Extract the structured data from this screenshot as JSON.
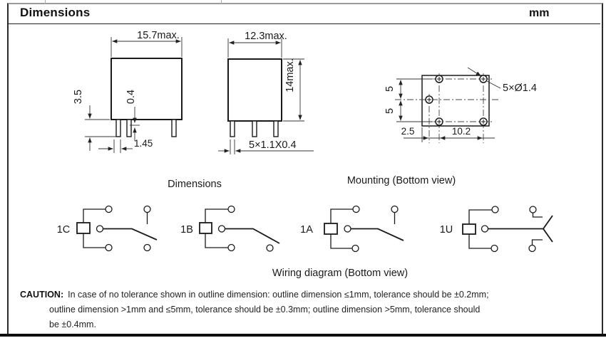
{
  "header": {
    "title": "Dimensions",
    "unit": "mm"
  },
  "views": {
    "front": {
      "width": "15.7max.",
      "standoff": "3.5",
      "pin_thickness": "0.4",
      "pin_pitch": "1.45"
    },
    "side": {
      "width": "12.3max.",
      "height": "14max.",
      "pin_spec": "5×1.1X0.4"
    },
    "mounting": {
      "caption": "Mounting (Bottom view)",
      "holes": "5×Ø1.4",
      "dim_v1": "5",
      "dim_v2": "5",
      "dim_h1": "2.5",
      "dim_h2": "10.2"
    },
    "outline_caption": "Dimensions"
  },
  "wiring": {
    "caption": "Wiring diagram (Bottom view)",
    "diagrams": [
      {
        "label": "1C"
      },
      {
        "label": "1B"
      },
      {
        "label": "1A"
      },
      {
        "label": "1U"
      }
    ]
  },
  "caution": {
    "label": "CAUTION:",
    "line1": "In case of no  tolerance shown in outline dimension: outline dimension ≤1mm,  tolerance should be ±0.2mm;",
    "line2": "outline dimension >1mm and ≤5mm, tolerance should be ±0.3mm; outline dimension >5mm, tolerance should",
    "line3": "be  ±0.4mm."
  }
}
